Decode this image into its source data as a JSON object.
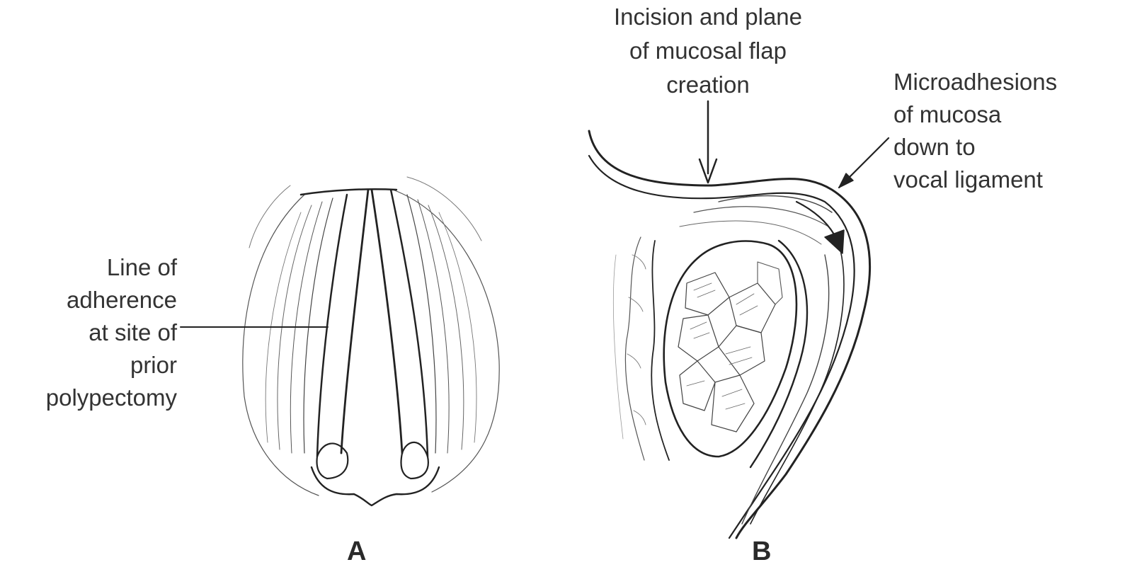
{
  "panels": {
    "a_label": "A",
    "b_label": "B"
  },
  "callouts": {
    "adherence": {
      "line1": "Line of",
      "line2": "adherence",
      "line3": "at site of",
      "line4": "prior",
      "line5": "polypectomy"
    },
    "incision": {
      "line1": "Incision and plane",
      "line2": "of mucosal flap",
      "line3": "creation"
    },
    "microadhesions": {
      "line1": "Microadhesions",
      "line2": "of mucosa",
      "line3": "down to",
      "line4": "vocal ligament"
    }
  },
  "colors": {
    "ink": "#222222",
    "text": "#333333",
    "background": "#ffffff"
  }
}
